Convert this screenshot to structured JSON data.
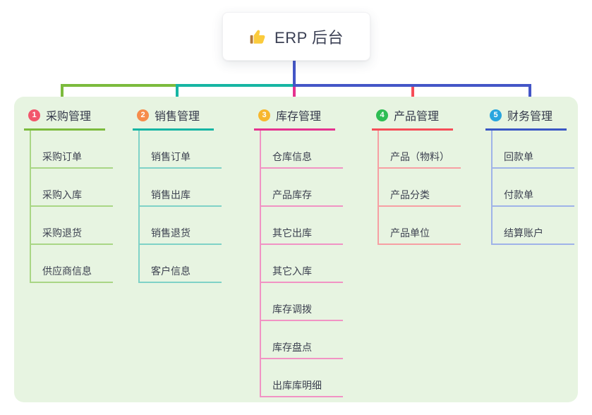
{
  "root": {
    "title": "ERP 后台",
    "icon": "thumbs-up"
  },
  "panel_bg": "#E7F4E1",
  "connector_color": "#4456C7",
  "branches": [
    {
      "badge": "1",
      "title": "采购管理",
      "colors": {
        "main": "#7CBB3D",
        "light": "#A9D685",
        "badge": "#F2566C"
      },
      "children": [
        "采购订单",
        "采购入库",
        "采购退货",
        "供应商信息"
      ]
    },
    {
      "badge": "2",
      "title": "销售管理",
      "colors": {
        "main": "#16B5A3",
        "light": "#7FD2C7",
        "badge": "#F68C4B"
      },
      "children": [
        "销售订单",
        "销售出库",
        "销售退货",
        "客户信息"
      ]
    },
    {
      "badge": "3",
      "title": "库存管理",
      "colors": {
        "main": "#E5328F",
        "light": "#F193C4",
        "badge": "#F7B72E"
      },
      "children": [
        "仓库信息",
        "产品库存",
        "其它出库",
        "其它入库",
        "库存调拨",
        "库存盘点",
        "出库库明细"
      ]
    },
    {
      "badge": "4",
      "title": "产品管理",
      "colors": {
        "main": "#F64D58",
        "light": "#F79FA3",
        "badge": "#2EBD53"
      },
      "children": [
        "产品（物料）",
        "产品分类",
        "产品单位"
      ]
    },
    {
      "badge": "5",
      "title": "财务管理",
      "colors": {
        "main": "#3A57C4",
        "light": "#9FB3E8",
        "badge": "#29A5DE"
      },
      "children": [
        "回款单",
        "付款单",
        "结算账户"
      ]
    }
  ]
}
